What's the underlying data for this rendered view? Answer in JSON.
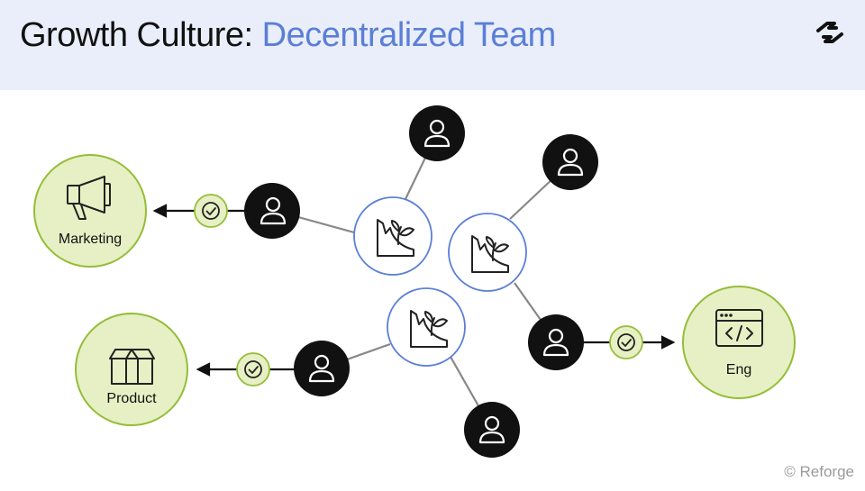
{
  "header": {
    "title_prefix": "Growth Culture:",
    "title_accent": "Decentralized Team",
    "accent_color": "#5b7fd6",
    "background_color": "#eaeefb"
  },
  "departments": [
    {
      "id": "marketing",
      "label": "Marketing",
      "icon": "megaphone-icon"
    },
    {
      "id": "product",
      "label": "Product",
      "icon": "box-icon"
    },
    {
      "id": "eng",
      "label": "Eng",
      "icon": "code-window-icon"
    }
  ],
  "hubs": [
    {
      "id": "hub-1",
      "icon": "growth-sprout-icon"
    },
    {
      "id": "hub-2",
      "icon": "growth-sprout-icon"
    },
    {
      "id": "hub-3",
      "icon": "growth-sprout-icon"
    }
  ],
  "people": [
    {
      "id": "person-marketing-link",
      "icon": "person-icon"
    },
    {
      "id": "person-top",
      "icon": "person-icon"
    },
    {
      "id": "person-top-right",
      "icon": "person-icon"
    },
    {
      "id": "person-eng-link",
      "icon": "person-icon"
    },
    {
      "id": "person-product-link",
      "icon": "person-icon"
    },
    {
      "id": "person-bottom",
      "icon": "person-icon"
    }
  ],
  "checkmarks": [
    {
      "id": "check-marketing",
      "icon": "check-circle-icon"
    },
    {
      "id": "check-product",
      "icon": "check-circle-icon"
    },
    {
      "id": "check-eng",
      "icon": "check-circle-icon"
    }
  ],
  "colors": {
    "department_fill": "#e6f0c4",
    "department_stroke": "#95bd38",
    "hub_stroke": "#5b7fd6",
    "person_fill": "#111111",
    "connector": "#888888"
  },
  "footer": {
    "copyright": "© Reforge"
  }
}
